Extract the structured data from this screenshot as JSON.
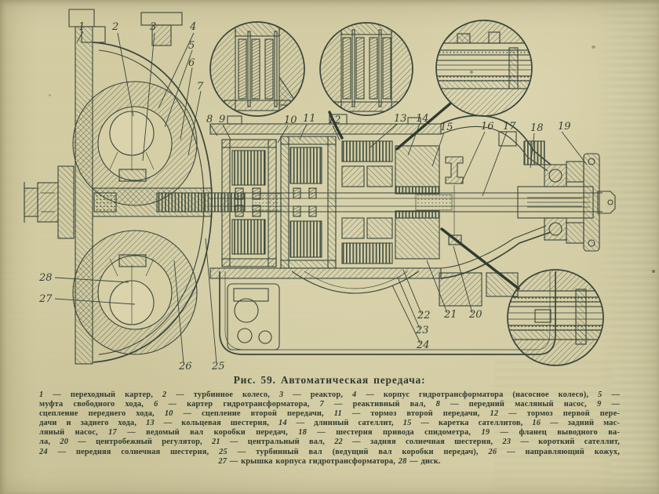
{
  "figure": {
    "caption_title": "Рис. 59. Автоматическая передача:",
    "caption_lines": [
      "1 — переходный картер, 2 — турбинное колесо, 3 — реактор, 4 — корпус гидротрансформатора (насосное колесо), 5 —",
      "муфта свободного хода, 6 — картер гидротрансформатора, 7 — реактивный вал, 8 — передний масляный насос, 9 —",
      "сцепление переднего хода, 10 — сцепление второй передачи, 11 — тормоз второй передачи, 12 — тормоз первой пере-",
      "дачи и заднего хода, 13 — кольцевая шестерня, 14 — длинный сателлит, 15 — каретка сателлитов, 16 — задний мас-",
      "ляный насос, 17 — ведомый вал коробки передач, 18 — шестерня привода спидометра, 19 — фланец выводного ва-",
      "ла, 20 — центробежный регулятор, 21 — центральный вал, 22 — задняя солнечная шестерня, 23 — короткий сателлит,",
      "24 — передняя солнечная шестерня, 25 — турбинный вал (ведущий вал коробки передач), 26 — направляющий кожух,",
      "27 — крышка корпуса гидротрансформатора, 28 — диск."
    ],
    "callouts": [
      "1",
      "2",
      "3",
      "4",
      "5",
      "6",
      "7",
      "8",
      "9",
      "10",
      "11",
      "12",
      "13",
      "14",
      "15",
      "16",
      "17",
      "18",
      "19",
      "20",
      "21",
      "22",
      "23",
      "24",
      "25",
      "26",
      "27",
      "28"
    ]
  },
  "colors": {
    "paper": "#d3cca3",
    "ink": "#39453b",
    "caption_text": "#2e3a2e",
    "bleed_through": "#5c7056"
  }
}
